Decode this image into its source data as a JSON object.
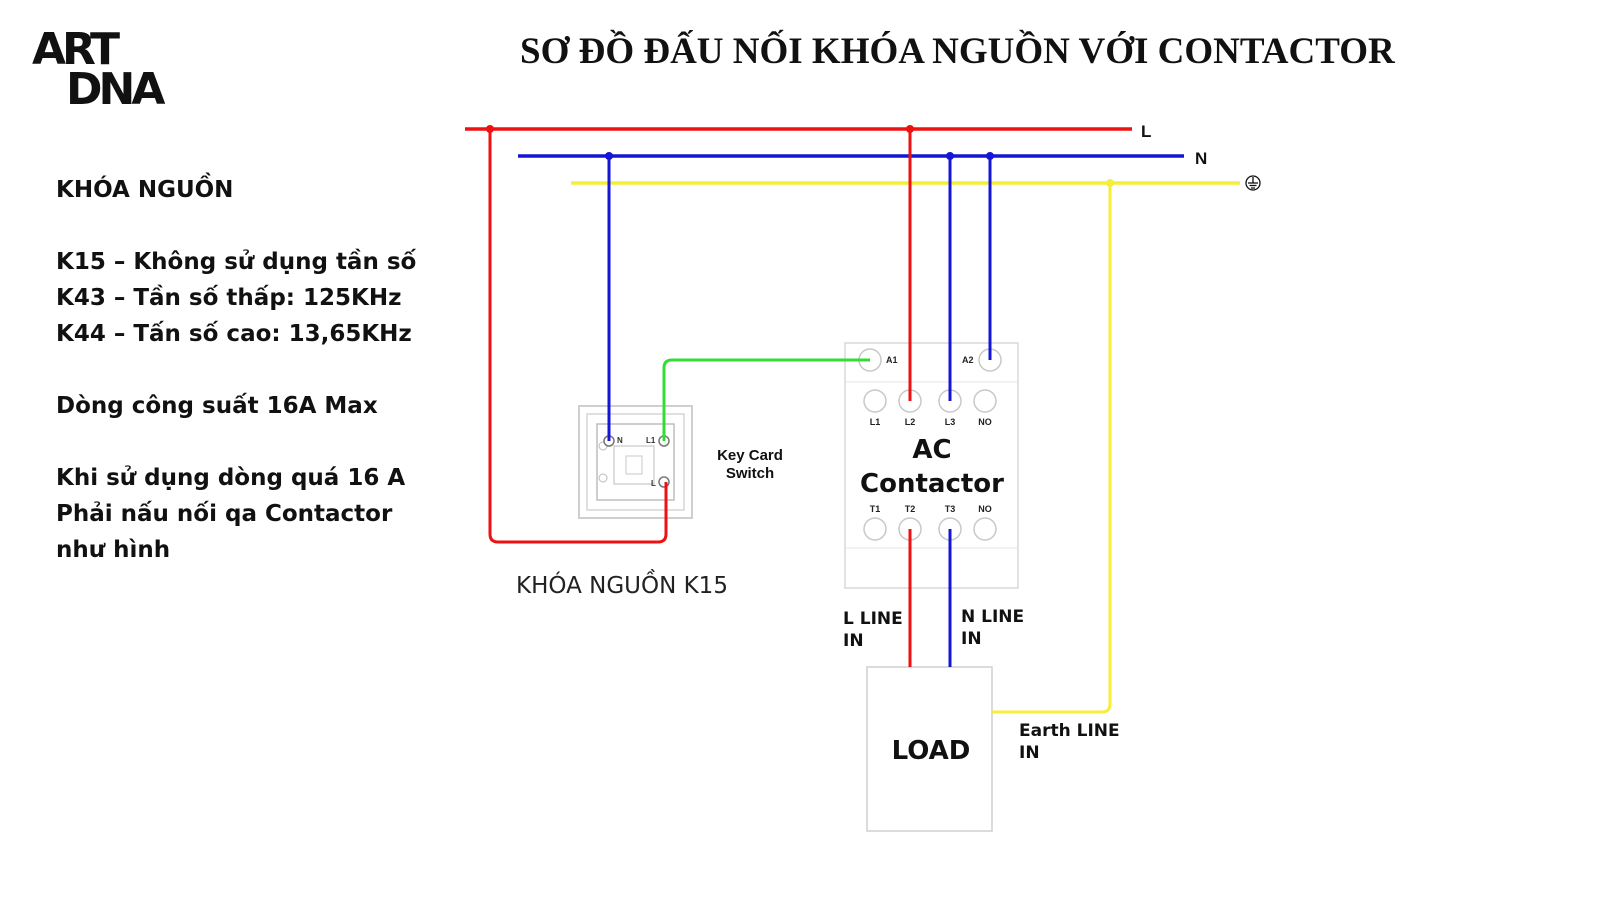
{
  "logo": {
    "line1": "ART",
    "line2": "DNA"
  },
  "title": "SƠ ĐỒ ĐẤU NỐI KHÓA NGUỒN VỚI CONTACTOR",
  "side": {
    "heading": "KHÓA NGUỒN",
    "k15": "K15 – Không sử dụng tần số",
    "k43": "K43 – Tần số thấp: 125KHz",
    "k44": "K44 – Tấn số cao: 13,65KHz",
    "power": "Dòng công suất 16A Max",
    "note1": "Khi sử dụng dòng quá 16 A",
    "note2": "Phải nấu nối qa Contactor",
    "note3": "như hình"
  },
  "lines": {
    "l": "L",
    "n": "N"
  },
  "switch": {
    "caption": "KHÓA NGUỒN K15",
    "label1": "Key Card",
    "label2": "Switch",
    "term_n": "N",
    "term_l1": "L1",
    "term_l": "L"
  },
  "contactor": {
    "title1": "AC",
    "title2": "Contactor",
    "a1": "A1",
    "a2": "A2",
    "top": [
      "L1",
      "L2",
      "L3",
      "NO"
    ],
    "bottom": [
      "T1",
      "T2",
      "T3",
      "NO"
    ]
  },
  "load": {
    "label": "LOAD",
    "l_in_1": "L LINE",
    "l_in_2": "IN",
    "n_in_1": "N LINE",
    "n_in_2": "IN",
    "e_in_1": "Earth LINE",
    "e_in_2": "IN"
  },
  "colors": {
    "live": "#ee1111",
    "neutral": "#1515d6",
    "earth": "#f5ee3a",
    "switch_wire": "#33dd33"
  }
}
